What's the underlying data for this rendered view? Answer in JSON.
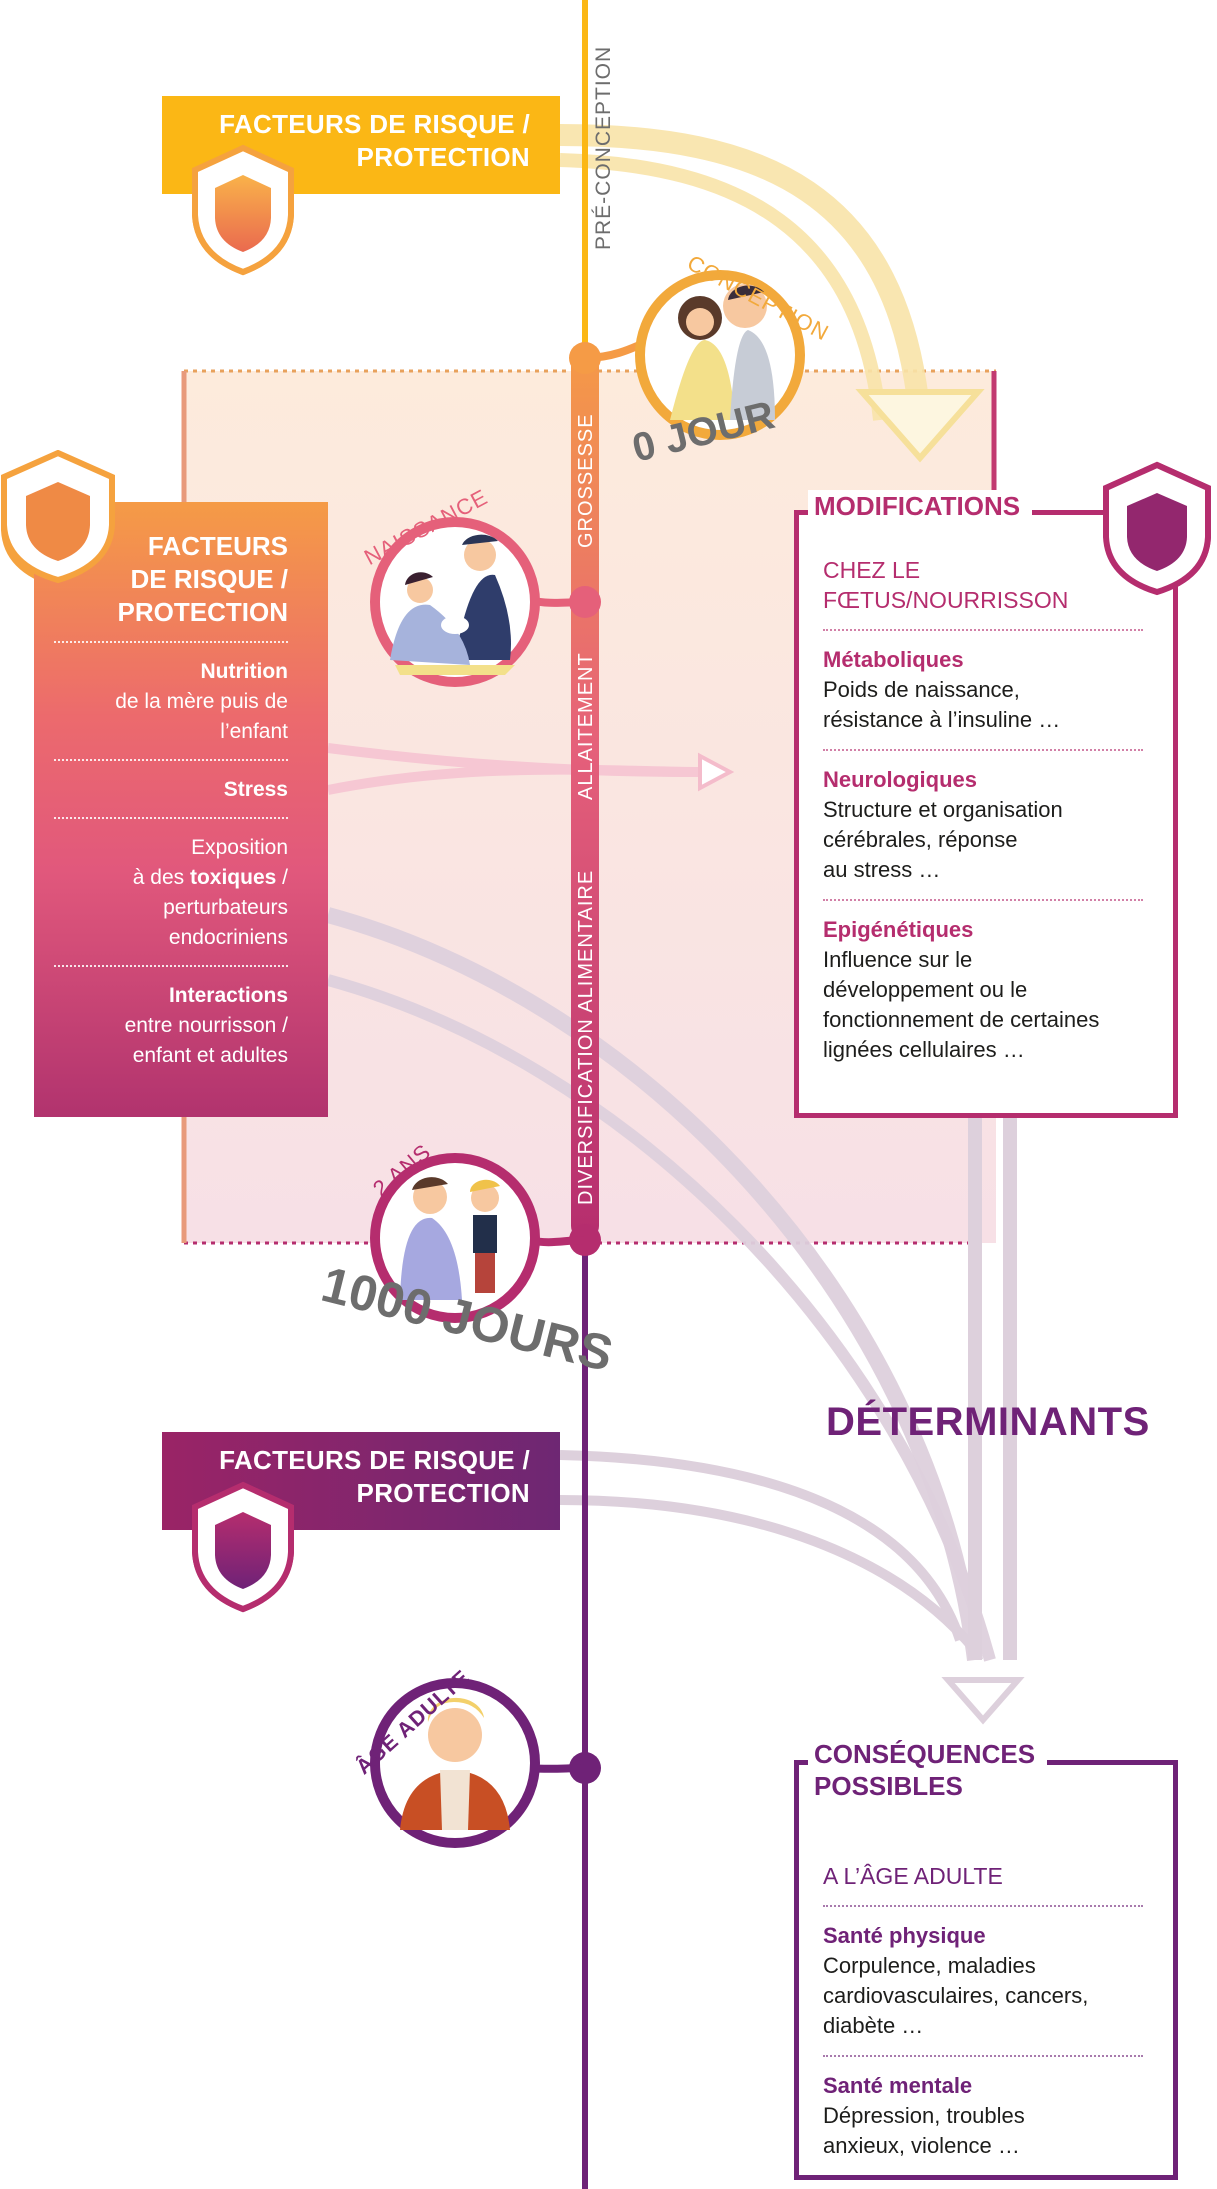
{
  "timeline": {
    "preconception": "PRÉ-CONCEPTION",
    "conception": "CONCEPTION",
    "zero_day": "0 JOUR",
    "naissance": "NAISSANCE",
    "two_years": "2 ANS",
    "thousand_days": "1000 JOURS",
    "adult_age": "ÂGE ADULTE",
    "phase_grossesse": "GROSSESSE",
    "phase_allaitement": "ALLAITEMENT",
    "phase_diversification": "DIVERSIFICATION ALIMENTAIRE"
  },
  "factors_top": {
    "line1": "FACTEURS DE RISQUE /",
    "line2": "PROTECTION"
  },
  "factors_bottom": {
    "line1": "FACTEURS DE RISQUE /",
    "line2": "PROTECTION"
  },
  "factors_panel": {
    "title1": "FACTEURS",
    "title2": "DE RISQUE /",
    "title3": "PROTECTION",
    "items": [
      {
        "bold": "Nutrition",
        "text1": "de la mère puis de",
        "text2": "l’enfant"
      },
      {
        "bold": "Stress"
      },
      {
        "pre1": "Exposition",
        "pre2": "à des ",
        "bold": "toxiques",
        "post2": " /",
        "text3": "perturbateurs",
        "text4": "endocriniens"
      },
      {
        "bold": "Interactions",
        "text1": "entre nourrisson /",
        "text2": "enfant et adultes"
      }
    ]
  },
  "modifications": {
    "title": "MODIFICATIONS",
    "subtitle1": "CHEZ LE",
    "subtitle2": "FŒTUS/NOURRISSON",
    "items": [
      {
        "heading": "Métaboliques",
        "l1": "Poids de naissance,",
        "l2": "résistance à l’insuline …"
      },
      {
        "heading": "Neurologiques",
        "l1": "Structure et organisation",
        "l2": "cérébrales, réponse",
        "l3": "au stress …"
      },
      {
        "heading": "Epigénétiques",
        "l1": "Influence sur le",
        "l2": "développement ou le",
        "l3": "fonctionnement de certaines",
        "l4": "lignées cellulaires …"
      }
    ]
  },
  "determinants": "DÉTERMINANTS",
  "consequences": {
    "title1": "CONSÉQUENCES",
    "title2": "POSSIBLES",
    "subtitle": "A L’ÂGE ADULTE",
    "items": [
      {
        "heading": "Santé physique",
        "l1": "Corpulence, maladies",
        "l2": "cardiovasculaires, cancers,",
        "l3": "diabète …"
      },
      {
        "heading": "Santé mentale",
        "l1": "Dépression, troubles",
        "l2": "anxieux, violence …"
      }
    ]
  },
  "colors": {
    "yellow": "#fbb715",
    "orange": "#f59b46",
    "pink": "#e1587c",
    "magenta": "#b52d6e",
    "purple": "#6f2277",
    "grey": "#6d6d6d"
  },
  "icons": [
    "shield-icon",
    "couple-illustration",
    "mother-newborn-illustration",
    "parent-child-illustration",
    "adult-man-illustration",
    "arrow-icon"
  ]
}
